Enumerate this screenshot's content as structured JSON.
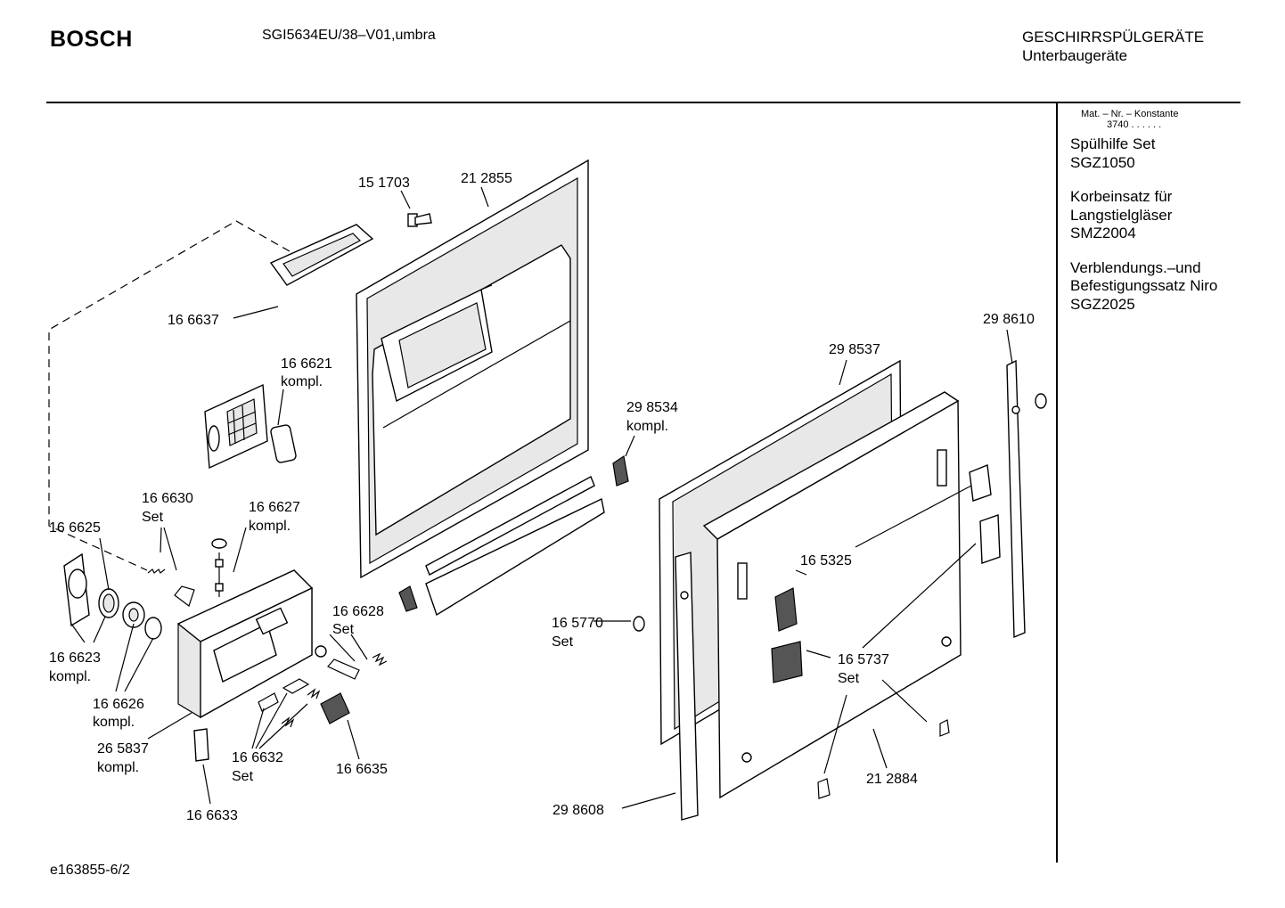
{
  "header": {
    "brand": "BOSCH",
    "model": "SGI5634EU/38–V01,umbra",
    "category": "GESCHIRRSPÜLGERÄTE",
    "subcategory": "Unterbaugeräte"
  },
  "sidebar": {
    "mat_label": "Mat. – Nr. – Konstante",
    "mat_value": "3740 . . . . . .",
    "accessories": [
      {
        "lines": [
          "Spülhilfe Set",
          "SGZ1050"
        ]
      },
      {
        "lines": [
          "Korbeinsatz für",
          "Langstielgläser",
          "SMZ2004"
        ]
      },
      {
        "lines": [
          "Verblendungs.–und",
          "Befestigungssatz Niro",
          "SGZ2025"
        ]
      }
    ]
  },
  "parts": {
    "p151703": [
      "15 1703"
    ],
    "p212855": [
      "21 2855"
    ],
    "p166637": [
      "16 6637"
    ],
    "p166621": [
      "16 6621",
      "kompl."
    ],
    "p298534": [
      "29 8534",
      "kompl."
    ],
    "p298537": [
      "29 8537"
    ],
    "p298610": [
      "29 8610"
    ],
    "p166630": [
      "16 6630",
      "Set"
    ],
    "p166627": [
      "16 6627",
      "kompl."
    ],
    "p166625": [
      "16 6625"
    ],
    "p166628": [
      "16 6628",
      "Set"
    ],
    "p165325": [
      "16 5325"
    ],
    "p165770": [
      "16 5770",
      "Set"
    ],
    "p166623": [
      "16 6623",
      "kompl."
    ],
    "p165737": [
      "16 5737",
      "Set"
    ],
    "p166626": [
      "16 6626",
      "kompl."
    ],
    "p265837": [
      "26 5837",
      "kompl."
    ],
    "p166632": [
      "16 6632",
      "Set"
    ],
    "p166635": [
      "16 6635"
    ],
    "p212884": [
      "21 2884"
    ],
    "p298608": [
      "29 8608"
    ],
    "p166633": [
      "16 6633"
    ]
  },
  "footer": {
    "code": "e163855-6/2"
  }
}
